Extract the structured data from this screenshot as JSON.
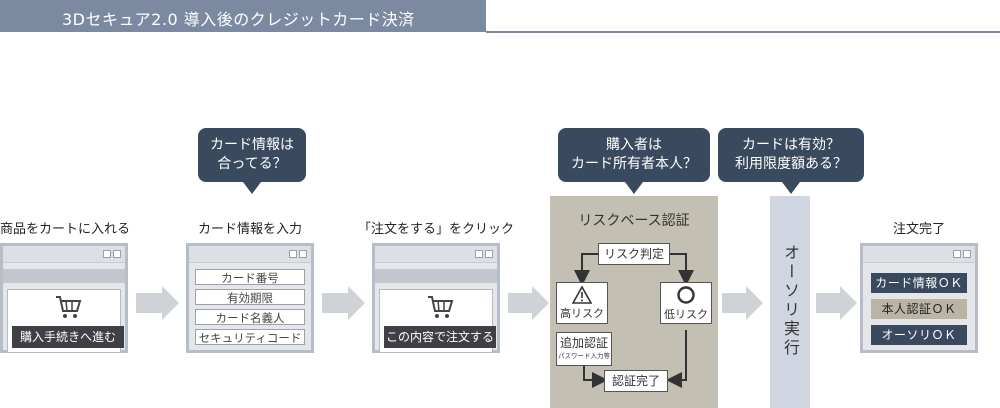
{
  "header": {
    "title": "3Dセキュア2.0 導入後のクレジットカード決済"
  },
  "bubbles": {
    "card_info": [
      "カード情報は",
      "合ってる？"
    ],
    "purchaser": [
      "購入者は",
      "カード所有者本人？"
    ],
    "card_valid": [
      "カードは有効？",
      "利用限度額ある？"
    ]
  },
  "stages": {
    "cart": {
      "label": "商品をカートに入れる",
      "button": "購入手続きへ進む"
    },
    "card_input": {
      "label": "カード情報を入力",
      "fields": [
        "カード番号",
        "有効期限",
        "カード名義人",
        "セキュリティコード"
      ]
    },
    "order": {
      "label": "「注文をする」をクリック",
      "button": "この内容で注文する"
    },
    "risk": {
      "title": "リスクベース認証",
      "judge": "リスク判定",
      "high": "高リスク",
      "low": "低リスク",
      "additional": "追加認証",
      "additional_sub": "パスワード入力等",
      "done": "認証完了"
    },
    "authorization": {
      "label": "オーソリ実行"
    },
    "complete": {
      "label": "注文完了",
      "results": [
        "カード情報ＯＫ",
        "本人認証ＯＫ",
        "オーソリＯＫ"
      ]
    }
  },
  "colors": {
    "title_bar": "#7b8aa1",
    "bubble": "#3a4a5e",
    "risk_area": "#c3bfb2",
    "auth_column": "#d0d6e1",
    "ok_dark": "#3a4a5e",
    "ok_beige": "#b9b4a4"
  },
  "icons": [
    "cart-icon",
    "warning-triangle-icon",
    "circle-icon"
  ]
}
